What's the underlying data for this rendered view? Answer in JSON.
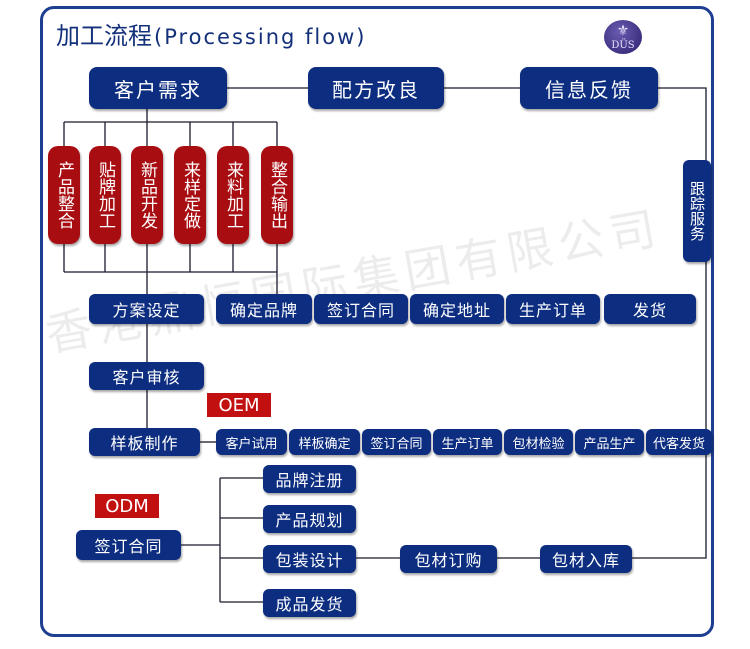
{
  "header": {
    "title_cn": "加工流程",
    "title_en": "(Processing flow)",
    "logo_text": "DÜS",
    "logo_icon": "fleur-de-lis-icon"
  },
  "watermark": "香港鼎恒国际集团有限公司",
  "top_row": [
    "客户需求",
    "配方改良",
    "信息反馈"
  ],
  "red_boxes": [
    "产品整合",
    "贴牌加工",
    "新品开发",
    "来样定做",
    "来料加工",
    "整合输出"
  ],
  "side_box": "跟踪服务",
  "plan_row": [
    "方案设定",
    "确定品牌",
    "签订合同",
    "确定地址",
    "生产订单",
    "发货"
  ],
  "review": "客户审核",
  "oem_tag": "OEM",
  "sample_row": [
    "样板制作",
    "客户试用",
    "样板确定",
    "签订合同",
    "生产订单",
    "包材检验",
    "产品生产",
    "代客发货"
  ],
  "odm_tag": "ODM",
  "odm_contract": "签订合同",
  "odm_branches": [
    "品牌注册",
    "产品规划",
    "包装设计",
    "成品发货"
  ],
  "packaging_chain": [
    "包材订购",
    "包材入库"
  ],
  "colors": {
    "navy": "#0d2e80",
    "red": "#a80d12",
    "frame": "#1e3f91",
    "tag_red": "#c20f10"
  }
}
